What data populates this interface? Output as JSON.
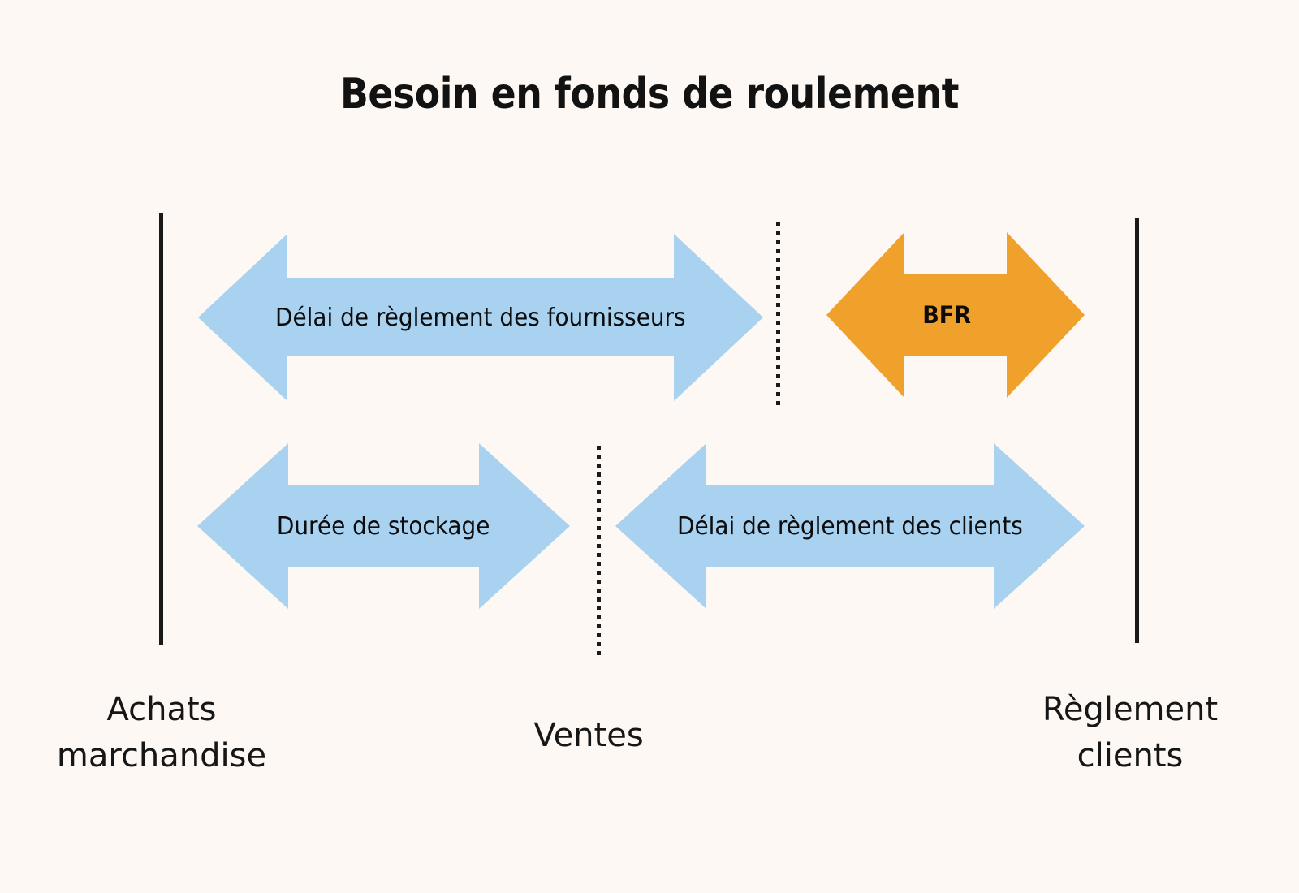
{
  "diagram": {
    "title": "Besoin en fonds de roulement",
    "background_color": "#FDF8F3",
    "arrow_blue": "#A9D2F0",
    "arrow_orange": "#EFA12B",
    "rule_color": "#1c1a18"
  },
  "arrows": [
    {
      "id": "fournisseurs",
      "label": "Délai de règlement des fournisseurs",
      "color": "#A9D2F0",
      "direction": "double",
      "row": "top"
    },
    {
      "id": "bfr",
      "label": "BFR",
      "color": "#EFA12B",
      "direction": "double",
      "row": "top"
    },
    {
      "id": "stockage",
      "label": "Durée de stockage",
      "color": "#A9D2F0",
      "direction": "double",
      "row": "bottom"
    },
    {
      "id": "clients",
      "label": "Délai de règlement des clients",
      "color": "#A9D2F0",
      "direction": "double",
      "row": "bottom"
    }
  ],
  "milestones": [
    {
      "id": "achats",
      "label": "Achats\nmarchandise",
      "line": "solid"
    },
    {
      "id": "ventes",
      "label": "Ventes",
      "line": "dotted"
    },
    {
      "id": "reglement",
      "label": "Règlement\nclients",
      "line": "solid"
    }
  ]
}
